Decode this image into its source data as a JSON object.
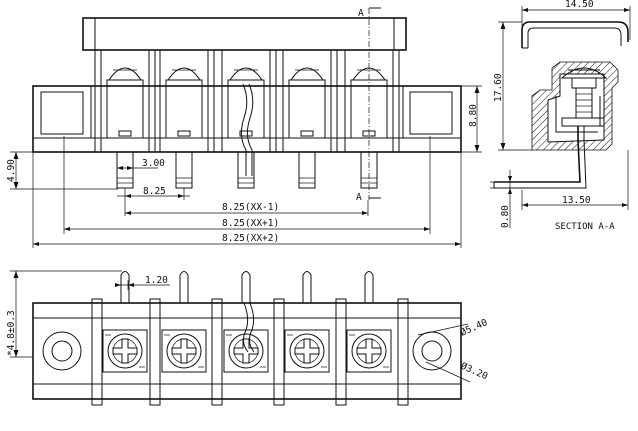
{
  "front_view": {
    "section_mark_top": "A",
    "section_mark_bottom": "A",
    "dim_pin_width": "3.00",
    "dim_pitch": "8.25",
    "dim_total_1": "8.25(XX-1)",
    "dim_total_2": "8.25(XX+1)",
    "dim_total_3": "8.25(XX+2)",
    "dim_pin_length": "4.90",
    "dim_body_height": "8.80"
  },
  "section_view": {
    "dim_top_width": "14.50",
    "dim_height": "17.60",
    "dim_base_width": "13.50",
    "dim_lead_thickness": "0.80",
    "caption": "SECTION A-A"
  },
  "bottom_view": {
    "dim_pin_thickness": "1.20",
    "dim_height_tol": "4.8±0.3",
    "dim_outer_dia": "Ø5.40",
    "dim_inner_dia": "Ø3.20"
  }
}
